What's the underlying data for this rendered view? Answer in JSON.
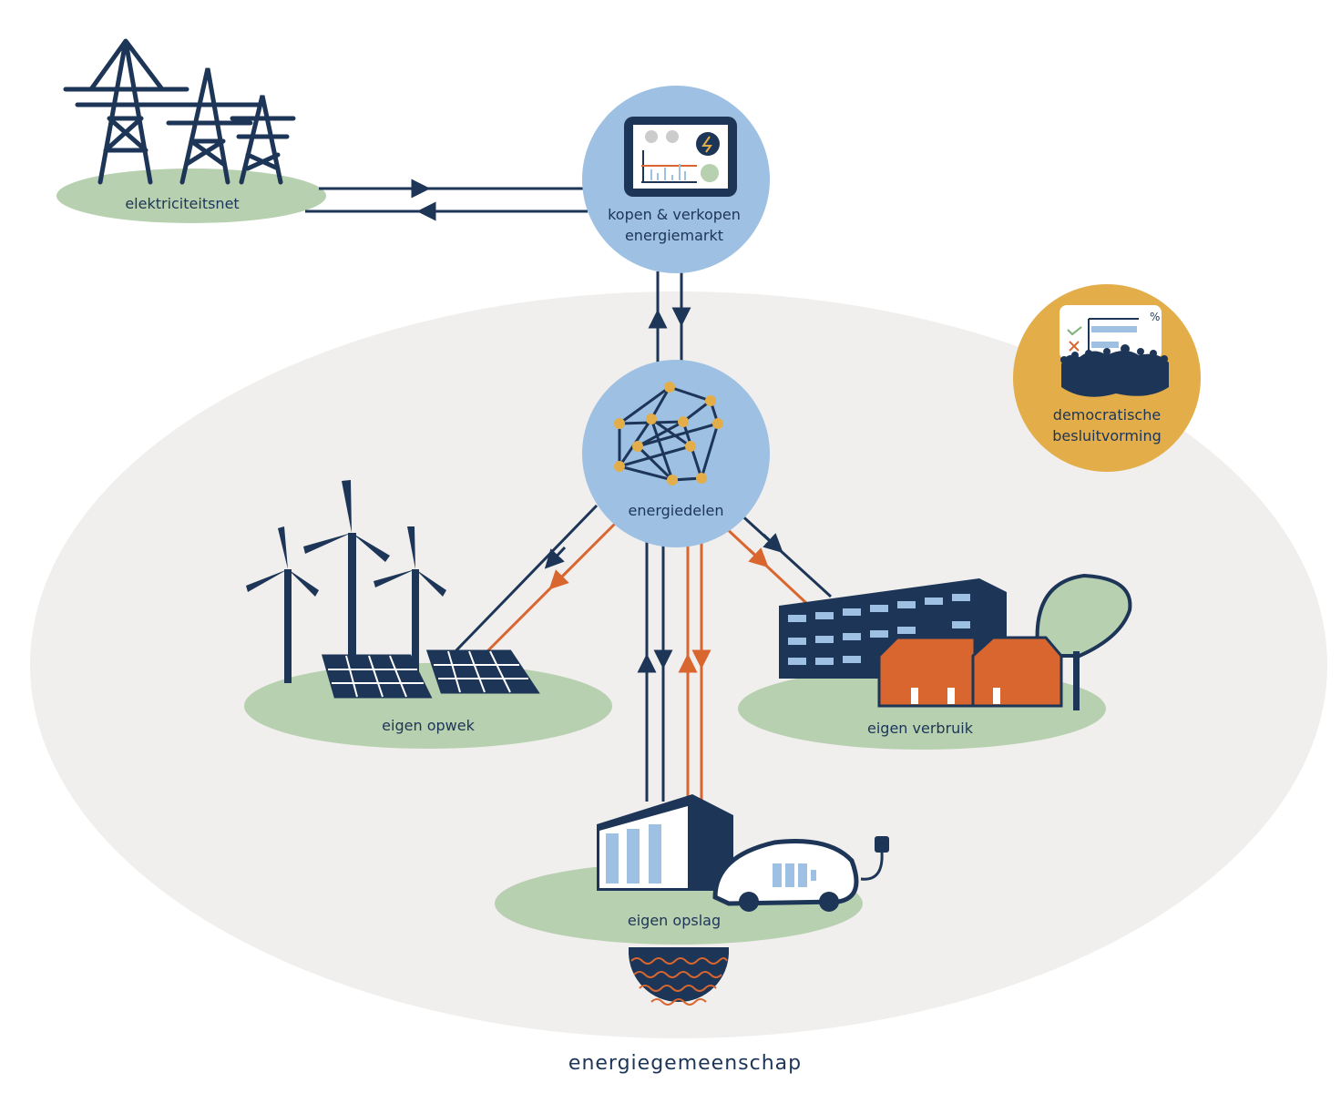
{
  "colors": {
    "navy": "#1d3557",
    "light_blue": "#9dc0e3",
    "green": "#b7d0b0",
    "orange": "#d9662e",
    "gold": "#e3ae4a",
    "background": "#f1efed"
  },
  "nodes": {
    "grid": {
      "label": "elektriciteitsnet",
      "icon": "power-pylon-icon"
    },
    "market": {
      "label_line1": "kopen & verkopen",
      "label_line2": "energiemarkt",
      "icon": "dashboard-screen-icon"
    },
    "sharing": {
      "label": "energiedelen",
      "icon": "network-icon"
    },
    "democracy": {
      "label_line1": "democratische",
      "label_line2": "besluitvorming",
      "icon": "crowd-vote-icon"
    },
    "generation": {
      "label": "eigen opwek",
      "icon": "wind-solar-icon"
    },
    "consumption": {
      "label": "eigen verbruik",
      "icon": "buildings-icon"
    },
    "storage": {
      "label": "eigen opslag",
      "icon": "battery-car-icon"
    }
  },
  "community": {
    "label": "energiegemeenschap"
  }
}
